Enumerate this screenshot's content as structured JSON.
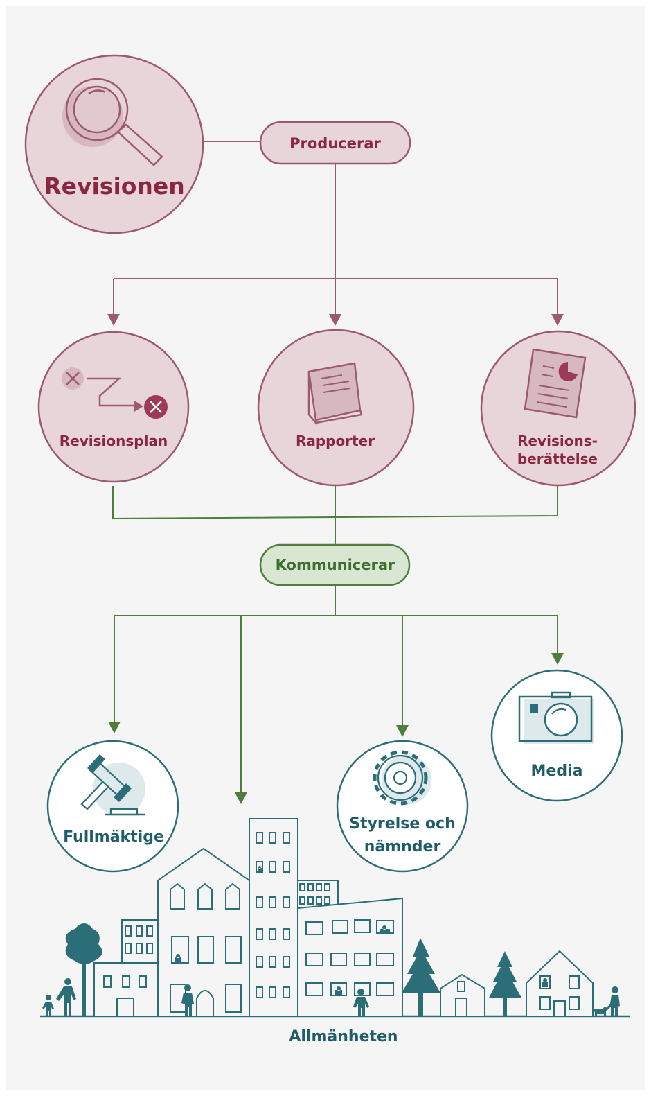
{
  "colors": {
    "background": "#f5f5f5",
    "audit": "#8a2640",
    "audit_stroke": "#9c5a70",
    "audit_fill": "#e7d5da",
    "comm": "#4e7d3c",
    "comm_fill": "#d8e6d2",
    "teal": "#2c6e78",
    "teal_dark": "#1f5e69",
    "teal_fill": "#dde9eb"
  },
  "nodes": {
    "revisionen": {
      "label": "Revisionen",
      "icon": "magnifying-glass-icon"
    },
    "producerar": {
      "label": "Producerar"
    },
    "revisionsplan": {
      "label": "Revisionsplan",
      "icon": "path-plan-icon"
    },
    "rapporter": {
      "label": "Rapporter",
      "icon": "book-icon"
    },
    "revisionsberattelse": {
      "line1": "Revisions-",
      "line2": "berättelse",
      "icon": "document-chart-icon"
    },
    "kommunicerar": {
      "label": "Kommunicerar"
    },
    "fullmaktige": {
      "label": "Fullmäktige",
      "icon": "gavel-icon"
    },
    "styrelse": {
      "line1": "Styrelse och",
      "line2": "nämnder",
      "icon": "gear-icon"
    },
    "media": {
      "label": "Media",
      "icon": "camera-icon"
    },
    "allmanheten": {
      "label": "Allmänheten",
      "icon": "cityscape-icon"
    }
  }
}
